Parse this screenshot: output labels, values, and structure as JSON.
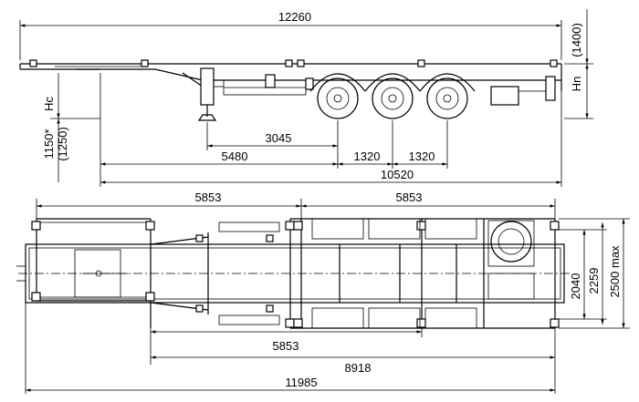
{
  "side_view": {
    "dims": {
      "overall_length": "12260",
      "height_1400": "(1400)",
      "hn": "Hn",
      "hc": "Hc",
      "coupling_height": "1150*",
      "coupling_height_alt": "(1250)",
      "kingpin_to_first_axle": "3045",
      "legs_to_axle": "5480",
      "axle_spacing_1": "1320",
      "axle_spacing_2": "1320",
      "wheelbase_total": "10520"
    }
  },
  "top_view": {
    "dims": {
      "twistlock_span_left": "5853",
      "twistlock_span_right": "5853",
      "twistlock_span_bottom": "5853",
      "kingpin_to_rear": "8918",
      "overall_frame_length": "11985",
      "width_2040": "2040",
      "width_2259": "2259",
      "width_max": "2500 max"
    }
  }
}
